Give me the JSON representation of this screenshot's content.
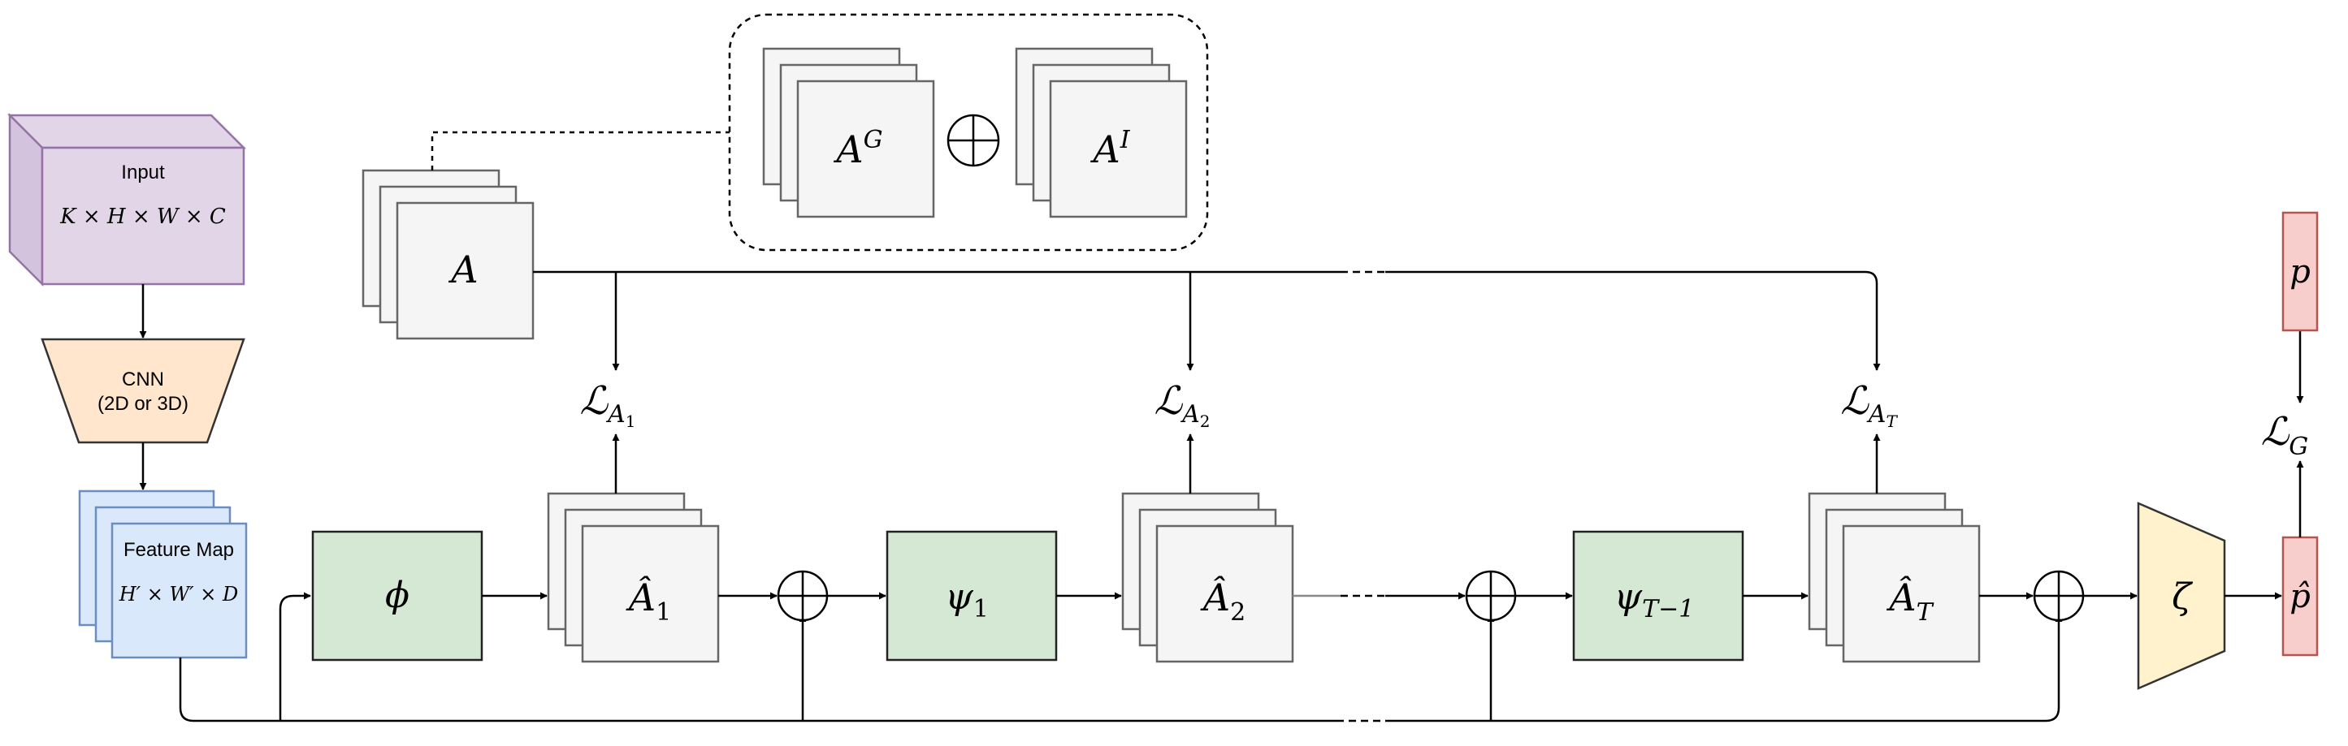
{
  "input": {
    "title": "Input",
    "dims": "K × H × W × C"
  },
  "cnn": {
    "line1": "CNN",
    "line2": "(2D or 3D)"
  },
  "feature_map": {
    "title": "Feature Map",
    "dims": "H′ × W′ × D"
  },
  "blocks": {
    "phi": "ϕ",
    "psi1": "ψ",
    "psi1_sub": "1",
    "psiT": "ψ",
    "psiT_sub": "T−1",
    "zeta": "ζ"
  },
  "maps": {
    "A": "A",
    "AG": "A",
    "AG_sup": "G",
    "AI": "A",
    "AI_sup": "I",
    "A1": "Â",
    "A1_sub": "1",
    "A2": "Â",
    "A2_sub": "2",
    "AT": "Â",
    "AT_sub": "T"
  },
  "losses": {
    "L": "ℒ",
    "A1_sub": "A",
    "A1_subsub": "1",
    "A2_sub": "A",
    "A2_subsub": "2",
    "AT_sub": "A",
    "AT_subsub": "T",
    "G_sub": "G"
  },
  "outputs": {
    "p": "p",
    "p_hat": "p̂"
  },
  "colors": {
    "input_fill": "#e1d5e7",
    "input_stroke": "#9673a6",
    "cnn_fill": "#ffe6cc",
    "cnn_stroke": "#333333",
    "feature_fill": "#dae8fc",
    "feature_stroke": "#6c8ebf",
    "block_fill": "#d5e8d4",
    "block_stroke": "#222222",
    "map_fill": "#f5f5f5",
    "map_stroke": "#666666",
    "zeta_fill": "#fff2cc",
    "zeta_stroke": "#333333",
    "p_fill": "#f8cecc",
    "p_stroke": "#b85450"
  }
}
